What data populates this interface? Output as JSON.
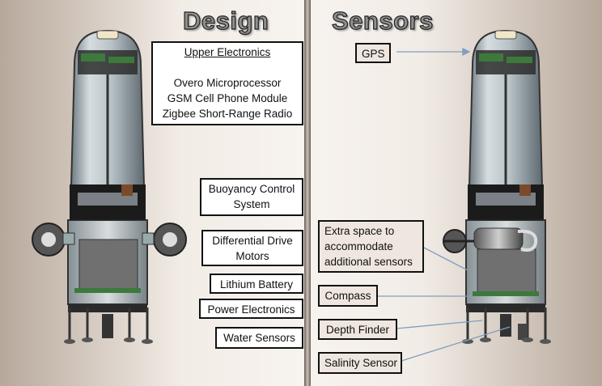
{
  "design": {
    "title": "Design",
    "upper": {
      "heading": "Upper Electronics",
      "items": [
        "Overo Microprocessor",
        "GSM Cell Phone Module",
        "Zigbee Short-Range Radio"
      ]
    },
    "buoyancy": [
      "Buoyancy Control",
      "System"
    ],
    "drive": [
      "Differential Drive",
      "Motors"
    ],
    "battery": "Lithium Battery",
    "power": "Power Electronics",
    "water": "Water Sensors"
  },
  "sensors": {
    "title": "Sensors",
    "gps": "GPS",
    "extra": [
      "Extra space to",
      "accommodate",
      "additional sensors"
    ],
    "compass": "Compass",
    "depth": "Depth Finder",
    "salinity": "Salinity Sensor"
  },
  "colors": {
    "heading_fill": "#8f8f8f",
    "pointer_line": "#7f9fbf",
    "hull_glass": "#c9d3d8",
    "hull_dark": "#1b1b1b"
  }
}
